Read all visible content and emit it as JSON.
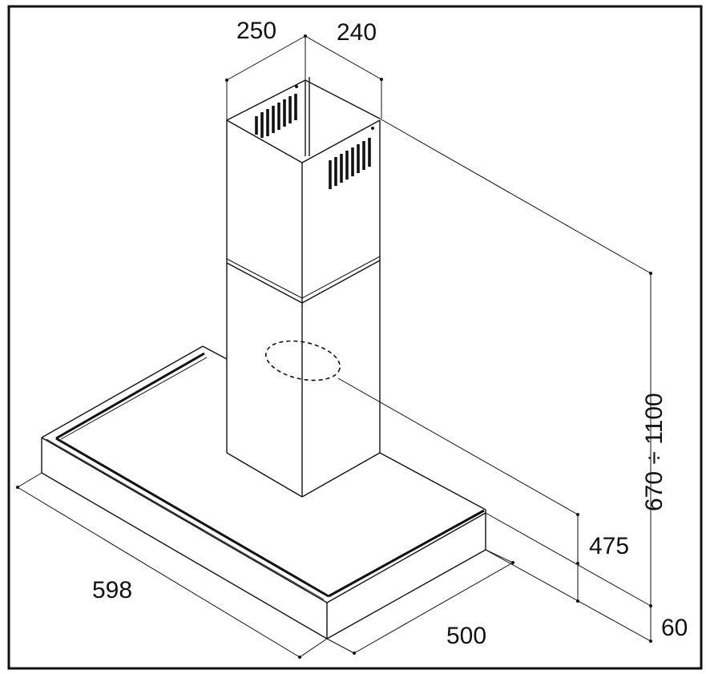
{
  "dimensions": {
    "chimney_width": "250",
    "chimney_depth": "240",
    "total_height": "670 ÷ 1100",
    "chimney_offset": "475",
    "canopy_height": "60",
    "canopy_width": "598",
    "canopy_depth": "500"
  },
  "colors": {
    "line": "#111111",
    "background": "#ffffff"
  }
}
